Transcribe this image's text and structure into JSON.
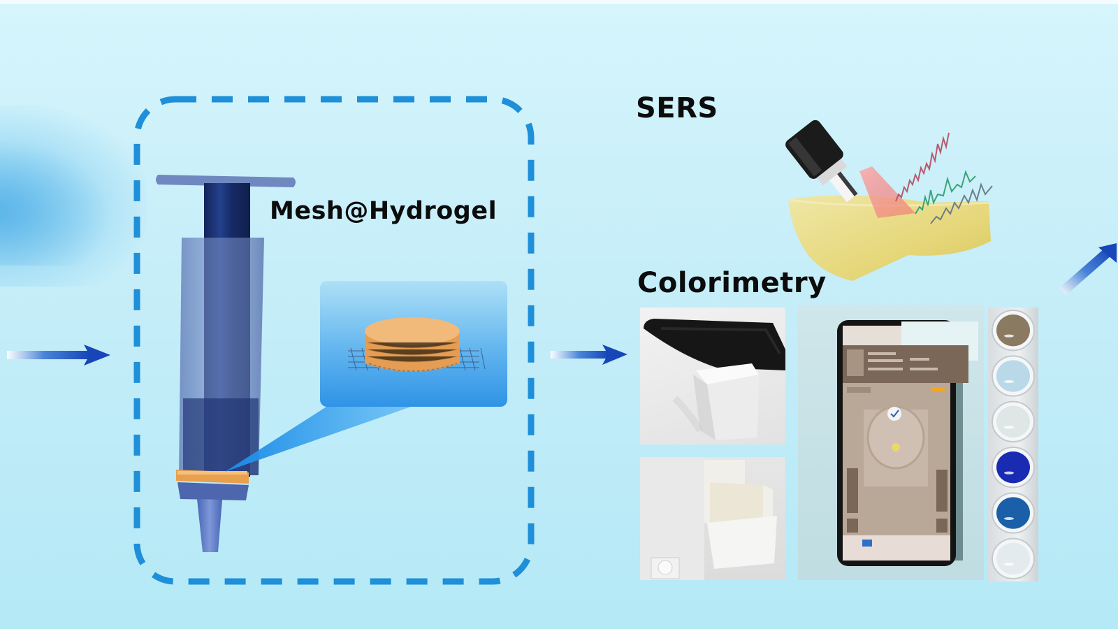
{
  "figure": {
    "title": "Mesh@Hydrogel sampling to dual-mode detection workflow",
    "stages": [
      {
        "id": "sampling",
        "label": "Mesh@Hydrogel",
        "description": "Syringe with hydrogel disc on mesh at plunger tip"
      },
      {
        "id": "sers",
        "label": "SERS",
        "description": "Laser probe illuminating hydrogel, Raman spectra emitted"
      },
      {
        "id": "colorimetry",
        "label": "Colorimetry",
        "description": "3D-printed phone holder, smartphone app reading, and color wells"
      }
    ],
    "colors": {
      "background": "#c7eef9",
      "dashed_frame": "#1e8fd8",
      "arrow": "#1b4fc4",
      "hydrogel": "#e8a65a",
      "syringe": "#1d2f6b",
      "laser": "#f27a7a",
      "spectrum_red": "#c0566a",
      "spectrum_green": "#3aa57a",
      "spectrum_gray": "#6b7e8a"
    },
    "wells": [
      {
        "name": "well-brown",
        "color": "#8a7a62"
      },
      {
        "name": "well-light-blue",
        "color": "#b9d9e8"
      },
      {
        "name": "well-white",
        "color": "#dfe6e6"
      },
      {
        "name": "well-dark-blue",
        "color": "#1a2bb3"
      },
      {
        "name": "well-medium-blue",
        "color": "#1b5fa8"
      },
      {
        "name": "well-clear",
        "color": "#e4ebee"
      }
    ]
  }
}
